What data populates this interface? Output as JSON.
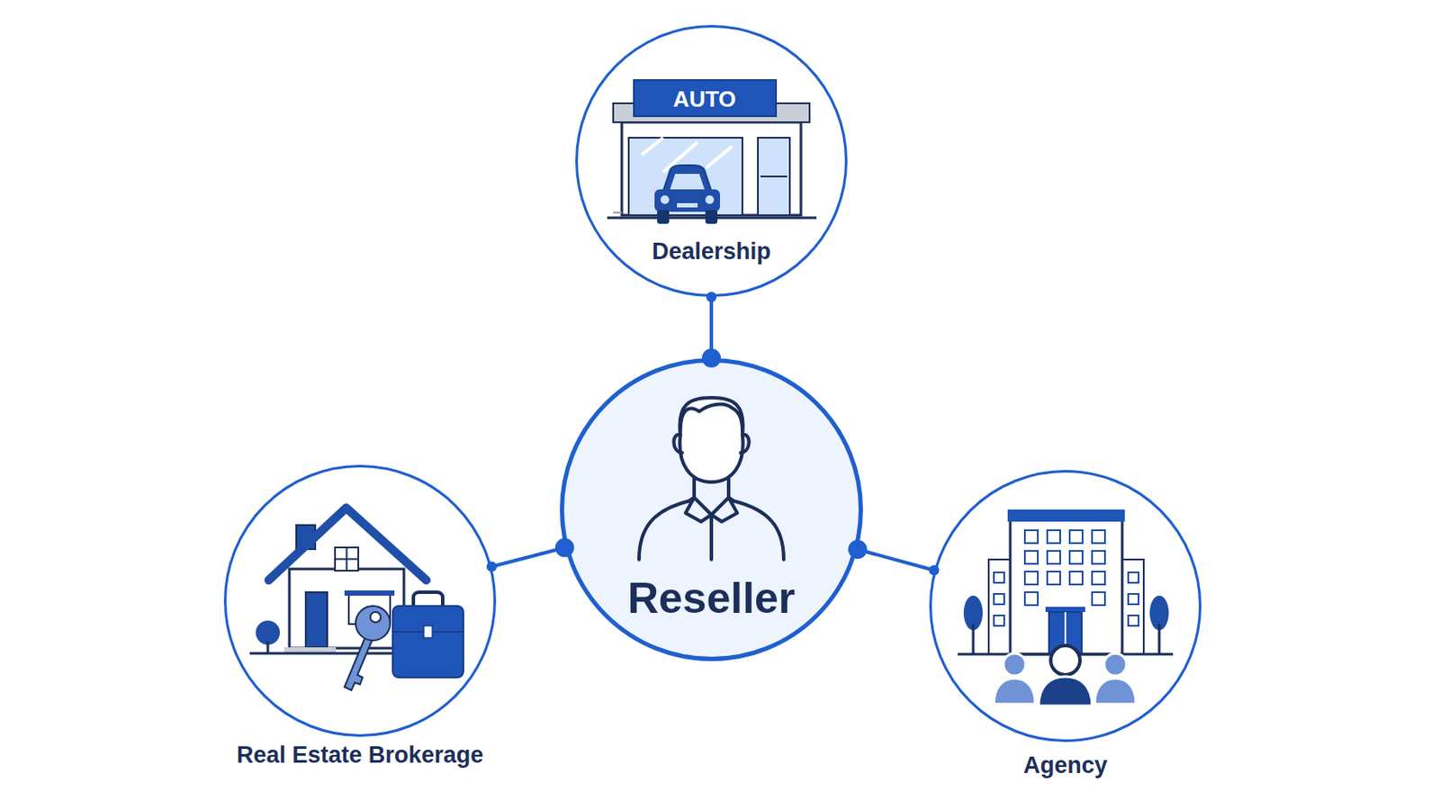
{
  "diagram": {
    "nodes": [
      {
        "text": [
          "AUTO",
          "Dealership"
        ]
      },
      {
        "text": [
          "Reseller"
        ]
      },
      {
        "text": [
          "Real Estate Brokerage"
        ]
      },
      {
        "text": [
          "Agency"
        ]
      }
    ],
    "edges": [
      {
        "from": 1,
        "to": 0,
        "arrow": "none"
      },
      {
        "from": 1,
        "to": 2,
        "arrow": "none"
      },
      {
        "from": 1,
        "to": 3,
        "arrow": "none"
      }
    ]
  }
}
